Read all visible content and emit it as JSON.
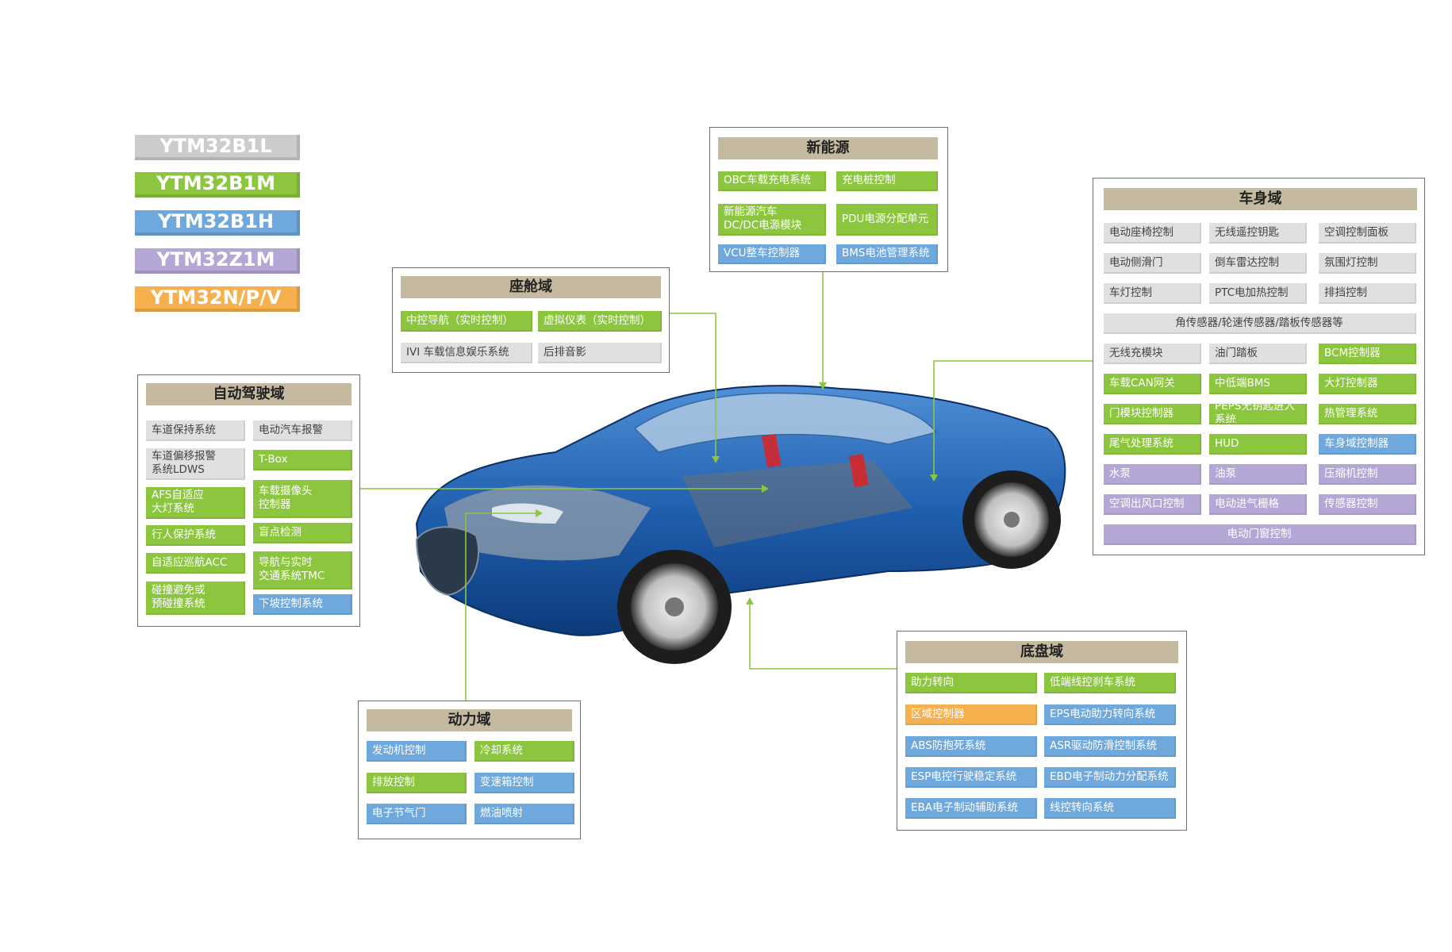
{
  "colors": {
    "YTM32B1L": "#cccccc",
    "YTM32B1M": "#8cc63f",
    "YTM32B1H": "#6fa8dc",
    "YTM32Z1M": "#b4a7d6",
    "YTM32NPV": "#f6b04d",
    "title_bar": "#c5b99f",
    "connector": "#8cc63f",
    "car_body": "#1f5fae"
  },
  "legend": [
    "YTM32B1L",
    "YTM32B1M",
    "YTM32B1H",
    "YTM32Z1M",
    "YTM32N/P/V"
  ],
  "domains": {
    "new_energy": {
      "title": "新能源",
      "items": [
        {
          "label": "OBC车载充电系统",
          "color": "green"
        },
        {
          "label": "充电桩控制",
          "color": "green"
        },
        {
          "label": "新能源汽车\nDC/DC电源模块",
          "color": "green"
        },
        {
          "label": "PDU电源分配单元",
          "color": "green"
        },
        {
          "label": "VCU整车控制器",
          "color": "blue"
        },
        {
          "label": "BMS电池管理系统",
          "color": "blue"
        }
      ]
    },
    "cabin": {
      "title": "座舱域",
      "items": [
        {
          "label": "中控导航（实时控制）",
          "color": "green"
        },
        {
          "label": "虚拟仪表（实时控制）",
          "color": "green"
        },
        {
          "label": "IVI 车载信息娱乐系统",
          "color": "gray"
        },
        {
          "label": "后排音影",
          "color": "gray"
        }
      ]
    },
    "adas": {
      "title": "自动驾驶域",
      "items": [
        {
          "label": "车道保持系统",
          "color": "gray"
        },
        {
          "label": "电动汽车报警",
          "color": "gray"
        },
        {
          "label": "车道偏移报警\n系统LDWS",
          "color": "gray"
        },
        {
          "label": "T-Box",
          "color": "green"
        },
        {
          "label": "AFS自适应\n大灯系统",
          "color": "green"
        },
        {
          "label": "车载摄像头\n控制器",
          "color": "green"
        },
        {
          "label": "行人保护系统",
          "color": "green"
        },
        {
          "label": "盲点检测",
          "color": "green"
        },
        {
          "label": "自适应巡航ACC",
          "color": "green"
        },
        {
          "label": "导航与实时\n交通系统TMC",
          "color": "green"
        },
        {
          "label": "碰撞避免或\n预碰撞系统",
          "color": "green"
        },
        {
          "label": "下坡控制系统",
          "color": "blue"
        }
      ]
    },
    "body": {
      "title": "车身域",
      "items": [
        {
          "label": "电动座椅控制",
          "color": "gray"
        },
        {
          "label": "无线遥控钥匙",
          "color": "gray"
        },
        {
          "label": "空调控制面板",
          "color": "gray"
        },
        {
          "label": "电动侧滑门",
          "color": "gray"
        },
        {
          "label": "倒车雷达控制",
          "color": "gray"
        },
        {
          "label": "氛围灯控制",
          "color": "gray"
        },
        {
          "label": "车灯控制",
          "color": "gray"
        },
        {
          "label": "PTC电加热控制",
          "color": "gray"
        },
        {
          "label": "排挡控制",
          "color": "gray"
        },
        {
          "label": "角传感器/轮速传感器/踏板传感器等",
          "color": "gray"
        },
        {
          "label": "无线充模块",
          "color": "gray"
        },
        {
          "label": "油门踏板",
          "color": "gray"
        },
        {
          "label": "BCM控制器",
          "color": "green"
        },
        {
          "label": "车载CAN网关",
          "color": "green"
        },
        {
          "label": "中低端BMS",
          "color": "green"
        },
        {
          "label": "大灯控制器",
          "color": "green"
        },
        {
          "label": "门模块控制器",
          "color": "green"
        },
        {
          "label": "PEPS无钥匙进入系统",
          "color": "green"
        },
        {
          "label": "热管理系统",
          "color": "green"
        },
        {
          "label": "尾气处理系统",
          "color": "green"
        },
        {
          "label": "HUD",
          "color": "green"
        },
        {
          "label": "车身域控制器",
          "color": "blue"
        },
        {
          "label": "水泵",
          "color": "purple"
        },
        {
          "label": "油泵",
          "color": "purple"
        },
        {
          "label": "压缩机控制",
          "color": "purple"
        },
        {
          "label": "空调出风口控制",
          "color": "purple"
        },
        {
          "label": "电动进气栅格",
          "color": "purple"
        },
        {
          "label": "传感器控制",
          "color": "purple"
        },
        {
          "label": "电动门窗控制",
          "color": "purple"
        }
      ]
    },
    "power": {
      "title": "动力域",
      "items": [
        {
          "label": "发动机控制",
          "color": "blue"
        },
        {
          "label": "冷却系统",
          "color": "green"
        },
        {
          "label": "排放控制",
          "color": "green"
        },
        {
          "label": "变速箱控制",
          "color": "blue"
        },
        {
          "label": "电子节气门",
          "color": "blue"
        },
        {
          "label": "燃油喷射",
          "color": "blue"
        }
      ]
    },
    "chassis": {
      "title": "底盘域",
      "items": [
        {
          "label": "助力转向",
          "color": "green"
        },
        {
          "label": "低端线控刹车系统",
          "color": "green"
        },
        {
          "label": "区域控制器",
          "color": "orange"
        },
        {
          "label": "EPS电动助力转向系统",
          "color": "blue"
        },
        {
          "label": "ABS防抱死系统",
          "color": "blue"
        },
        {
          "label": "ASR驱动防滑控制系统",
          "color": "blue"
        },
        {
          "label": "ESP电控行驶稳定系统",
          "color": "blue"
        },
        {
          "label": "EBD电子制动力分配系统",
          "color": "blue"
        },
        {
          "label": "EBA电子制动辅助系统",
          "color": "blue"
        },
        {
          "label": "线控转向系统",
          "color": "blue"
        }
      ]
    }
  }
}
